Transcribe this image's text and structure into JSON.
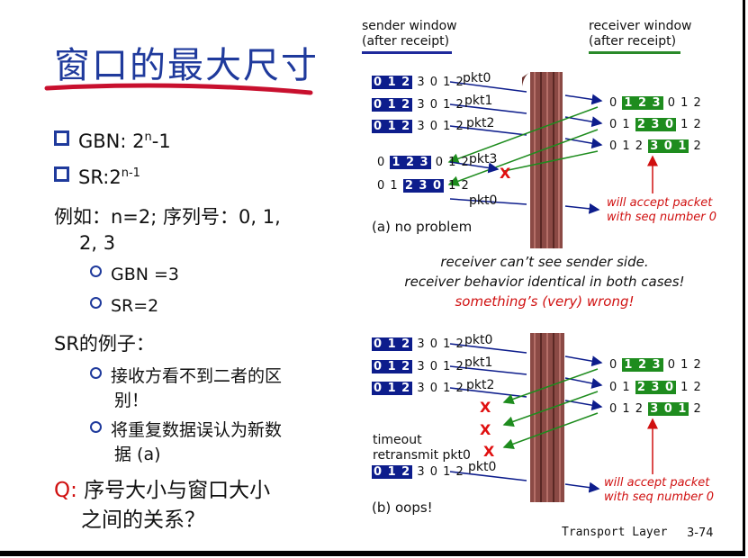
{
  "title": "窗口的最大尺寸",
  "bullets": {
    "gbn_prefix": "GBN: 2",
    "gbn_sup": "n",
    "gbn_suffix": "-1",
    "sr_prefix": "SR:2",
    "sr_sup": "n-1",
    "example_line1": "例如：n=2; 序列号：0, 1,",
    "example_line2": "2, 3",
    "gbn_eq": "GBN =3",
    "sr_eq": "SR=2",
    "sr_example": "SR的例子：",
    "sub1_line1": "接收方看不到二者的区",
    "sub1_line2": "别！",
    "sub2_line1": "将重复数据误认为新数",
    "sub2_line2": "据 (a)",
    "q_label": "Q:",
    "q_line1": " 序号大小与窗口大小",
    "q_line2": "之间的关系？"
  },
  "diagram": {
    "sender_header1": "sender window",
    "sender_header2": "(after receipt)",
    "receiver_header1": "receiver window",
    "receiver_header2": "(after receipt)",
    "a": {
      "sender_rows": [
        {
          "pre": "",
          "blk": "0 1 2",
          "post": " 3 0 1 2"
        },
        {
          "pre": "",
          "blk": "0 1 2",
          "post": " 3 0 1 2"
        },
        {
          "pre": "",
          "blk": "0 1 2",
          "post": " 3 0 1 2"
        },
        {
          "pre": "0 ",
          "blk": "1 2 3",
          "post": " 0 1 2"
        },
        {
          "pre": "0 1 ",
          "blk": "2 3 0",
          "post": " 1 2"
        }
      ],
      "pkts": [
        "pkt0",
        "pkt1",
        "pkt2",
        "pkt3",
        "pkt0"
      ],
      "receiver_rows": [
        {
          "pre": "0 ",
          "blk": "1 2 3",
          "post": " 0 1 2"
        },
        {
          "pre": "0 1 ",
          "blk": "2 3 0",
          "post": " 1 2"
        },
        {
          "pre": "0 1 2 ",
          "blk": "3 0 1",
          "post": " 2"
        }
      ],
      "caption": "(a) no problem",
      "accept1": "will accept packet",
      "accept2": "with seq number 0"
    },
    "middle1": "receiver can’t see sender side.",
    "middle2": "receiver behavior identical in both cases!",
    "middle3": "something’s (very) wrong!",
    "b": {
      "sender_rows": [
        {
          "pre": "",
          "blk": "0 1 2",
          "post": " 3 0 1 2"
        },
        {
          "pre": "",
          "blk": "0 1 2",
          "post": " 3 0 1 2"
        },
        {
          "pre": "",
          "blk": "0 1 2",
          "post": " 3 0 1 2"
        },
        {
          "pre": "",
          "blk": "0 1 2",
          "post": " 3 0 1 2"
        }
      ],
      "pkts": [
        "pkt0",
        "pkt1",
        "pkt2",
        "pkt0"
      ],
      "receiver_rows": [
        {
          "pre": "0 ",
          "blk": "1 2 3",
          "post": " 0 1 2"
        },
        {
          "pre": "0 1 ",
          "blk": "2 3 0",
          "post": " 1 2"
        },
        {
          "pre": "0 1 2 ",
          "blk": "3 0 1",
          "post": " 2"
        }
      ],
      "timeout1": "timeout",
      "timeout2": "retransmit pkt0",
      "caption": "(b) oops!",
      "accept1": "will accept packet",
      "accept2": "with seq number 0"
    },
    "x_mark": "X"
  },
  "footer": {
    "label": "Transport Layer",
    "page": "3-74"
  },
  "colors": {
    "title": "#1f3a9c",
    "sender_block": "#0d1d8c",
    "receiver_block": "#1e8c1e",
    "alert": "#d01010"
  }
}
